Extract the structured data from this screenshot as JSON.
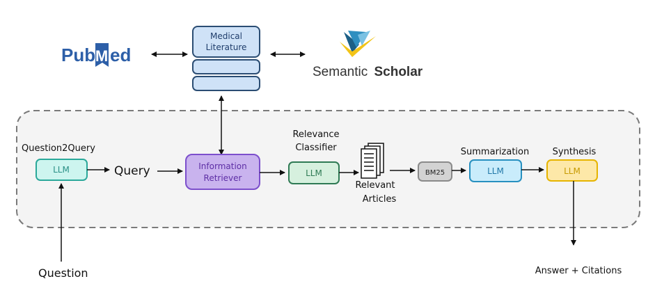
{
  "logos": {
    "pubmed_left": "Pub",
    "pubmed_right": "ed",
    "pubmed_badge": "M",
    "semantic_scholar_a": "Semantic",
    "semantic_scholar_b": "Scholar"
  },
  "nodes": {
    "medical_literature_line1": "Medical",
    "medical_literature_line2": "Literature",
    "llm": "LLM",
    "information_retriever_line1": "Information",
    "information_retriever_line2": "Retriever",
    "bm25": "BM25"
  },
  "labels": {
    "question2query": "Question2Query",
    "query": "Query",
    "relevance_classifier_line1": "Relevance",
    "relevance_classifier_line2": "Classifier",
    "relevant_articles_line1": "Relevant",
    "relevant_articles_line2": "Articles",
    "summarization": "Summarization",
    "synthesis": "Synthesis",
    "question": "Question",
    "answer_citations": "Answer + Citations"
  },
  "colors": {
    "pubmed_blue": "#2d5fa8",
    "medical_fill": "#cfe2f7",
    "medical_stroke": "#2b4d73",
    "llm_q2q_fill": "#cdf5ef",
    "llm_q2q_stroke": "#2aa89a",
    "retriever_fill": "#c9b3ee",
    "retriever_stroke": "#7c4fcc",
    "relevance_fill": "#d6f0de",
    "relevance_stroke": "#2f7a54",
    "bm25_fill": "#d3d3d3",
    "bm25_stroke": "#8a8a8a",
    "summ_fill": "#c9ecfb",
    "summ_stroke": "#2790c0",
    "synth_fill": "#fde8a8",
    "synth_stroke": "#e6b400",
    "pipeline_fill": "#f4f4f4",
    "pipeline_stroke": "#7a7a7a"
  }
}
